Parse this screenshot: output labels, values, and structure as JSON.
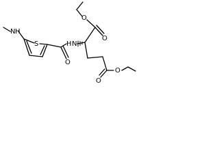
{
  "molecule": {
    "atom_labels": {
      "n_methylamino": "N",
      "h_methylamino": "H",
      "s_thiophene": "S",
      "o_amide": "O",
      "n_amide": "N",
      "h_amide": "H",
      "o_ester1_carbonyl": "O",
      "o_ester1_ether": "O",
      "o_ester2_carbonyl": "O",
      "o_ester2_ether": "O"
    },
    "colors": {
      "bond": "#000000",
      "label": "#000000",
      "background": "#ffffff"
    }
  }
}
